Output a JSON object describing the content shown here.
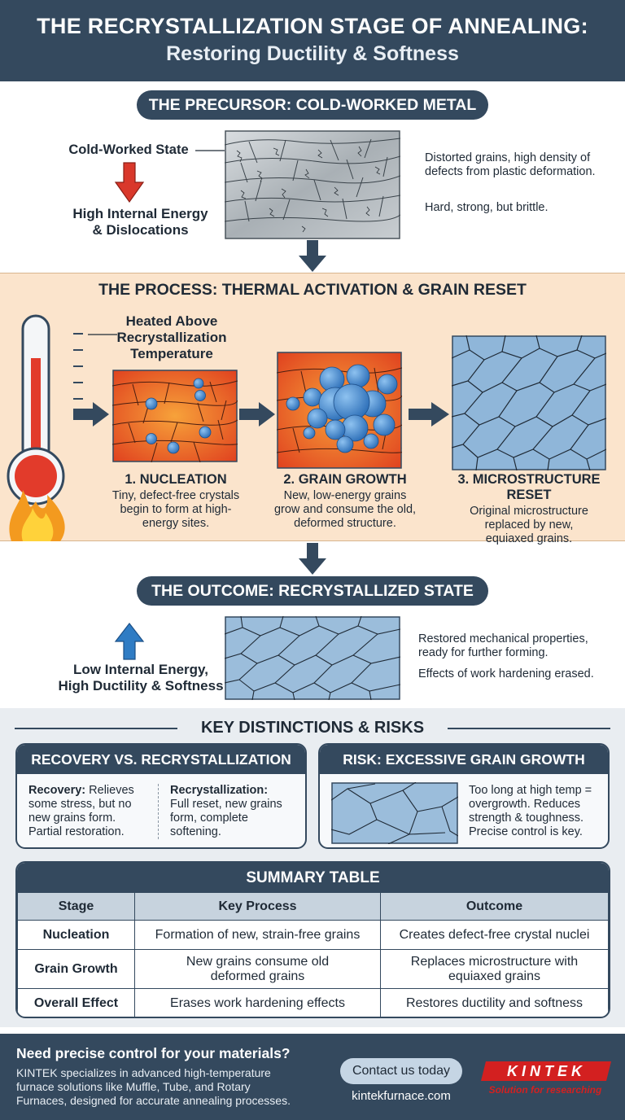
{
  "header": {
    "title": "THE RECRYSTALLIZATION STAGE OF ANNEALING:",
    "subtitle": "Restoring Ductility & Softness"
  },
  "precursor": {
    "pill": "THE PRECURSOR: COLD-WORKED METAL",
    "state_label": "Cold-Worked State",
    "energy_label_1": "High Internal Energy",
    "energy_label_2": "& Dislocations",
    "desc_1": "Distorted grains, high density of defects from plastic deformation.",
    "desc_2": "Hard, strong, but brittle."
  },
  "process": {
    "title": "THE PROCESS: THERMAL ACTIVATION & GRAIN RESET",
    "heat_label_1": "Heated Above",
    "heat_label_2": "Recrystallization",
    "heat_label_3": "Temperature",
    "steps": [
      {
        "title": "1. NUCLEATION",
        "text": "Tiny, defect-free crystals begin to form at high-energy sites."
      },
      {
        "title": "2. GRAIN GROWTH",
        "text": "New, low-energy grains grow and consume the old, deformed structure."
      },
      {
        "title": "3. MICROSTRUCTURE RESET",
        "text": "Original microstructure replaced by new, equiaxed grains."
      }
    ]
  },
  "outcome": {
    "pill": "THE OUTCOME: RECRYSTALLIZED STATE",
    "energy_label_1": "Low Internal Energy,",
    "energy_label_2": "High Ductility & Softness",
    "desc_1": "Restored mechanical properties, ready for further forming.",
    "desc_2": "Effects of work hardening erased."
  },
  "key": {
    "title": "KEY DISTINCTIONS & RISKS",
    "recovery_card": {
      "title": "RECOVERY VS. RECRYSTALLIZATION",
      "recovery_bold": "Recovery:",
      "recovery_text": " Relieves some stress, but no new grains form. Partial restoration.",
      "recryst_bold": "Recrystallization:",
      "recryst_text": " Full reset, new grains form, complete softening."
    },
    "risk_card": {
      "title": "RISK: EXCESSIVE GRAIN GROWTH",
      "text": "Too long at high temp = overgrowth. Reduces strength & toughness. Precise control is key."
    }
  },
  "summary": {
    "title": "SUMMARY TABLE",
    "headers": [
      "Stage",
      "Key Process",
      "Outcome"
    ],
    "rows": [
      [
        "Nucleation",
        "Formation of new, strain-free grains",
        "Creates defect-free crystal nuclei"
      ],
      [
        "Grain Growth",
        "New grains consume old deformed grains",
        "Replaces microstructure with equiaxed grains"
      ],
      [
        "Overall Effect",
        "Erases work hardening effects",
        "Restores ductility and softness"
      ]
    ]
  },
  "footer": {
    "heading": "Need precise control for your materials?",
    "text": "KINTEK specializes in advanced high-temperature furnace solutions like Muffle, Tube, and Rotary Furnaces, designed for accurate annealing processes.",
    "contact_label": "Contact us today",
    "website": "kintekfurnace.com",
    "logo_text": "KINTEK",
    "tagline": "Solution for researching"
  },
  "colors": {
    "navy": "#34495e",
    "grain_blue": "#8fb6d9",
    "heat_orange": "#e8522a",
    "arrow_red": "#d9382b",
    "arrow_blue": "#2f7cc4",
    "brand_red": "#d32020"
  }
}
